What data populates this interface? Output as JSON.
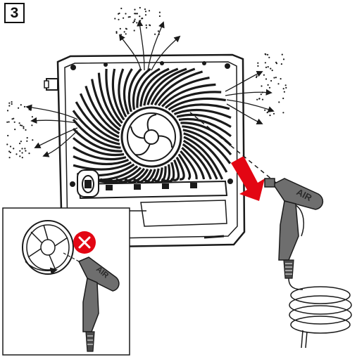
{
  "step": {
    "number": "3"
  },
  "air_gun": {
    "label": "AIR"
  },
  "inset_air_gun": {
    "label": "AIR"
  },
  "colors": {
    "line": "#1a1a1a",
    "housing_fill": "#ffffff",
    "gun_fill": "#6e6e6e",
    "gun_dark": "#4a4a4a",
    "arrow_red": "#e30613",
    "prohibited_red": "#e30613"
  },
  "icons": [
    "step-number-badge",
    "inverter-housing",
    "fan-icon",
    "air-blow-gun-icon",
    "push-arrow-icon",
    "prohibited-x-icon",
    "dust-particles",
    "airflow-arrows"
  ]
}
